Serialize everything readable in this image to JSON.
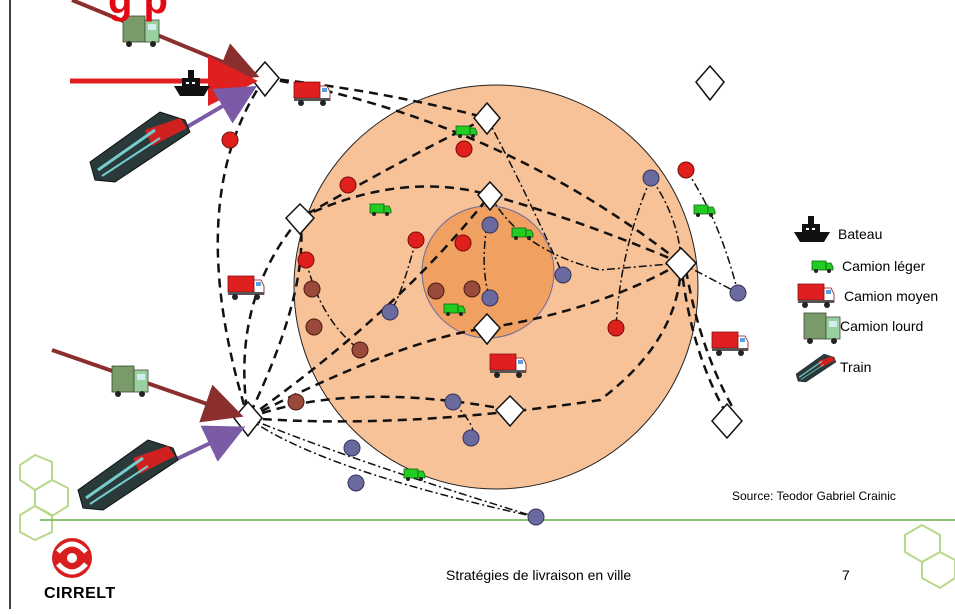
{
  "slide": {
    "title_fragment": "g p",
    "footer_title": "Stratégies de livraison en ville",
    "page_number": "7",
    "source": "Source: Teodor Gabriel Crainic",
    "logo_text": "CIRRELT"
  },
  "legend": [
    {
      "icon": "ship-icon",
      "label": "Bateau"
    },
    {
      "icon": "light-truck-icon",
      "label": "Camion léger"
    },
    {
      "icon": "medium-truck-icon",
      "label": "Camion moyen"
    },
    {
      "icon": "heavy-truck-icon",
      "label": "Camion lourd"
    },
    {
      "icon": "train-icon",
      "label": "Train"
    }
  ],
  "colors": {
    "outer_zone": "#f8c299",
    "inner_zone": "#f0a060",
    "red_node": "#e0201c",
    "blue_node": "#6a6a9e",
    "brown_node": "#9a4a3a",
    "arrow_brown": "#8b2e2e",
    "arrow_red": "#e02020",
    "arrow_purple": "#7b5aa6",
    "light_truck": "#22cc22",
    "medium_truck": "#e02020",
    "heavy_truck": "#7a9a6a"
  }
}
